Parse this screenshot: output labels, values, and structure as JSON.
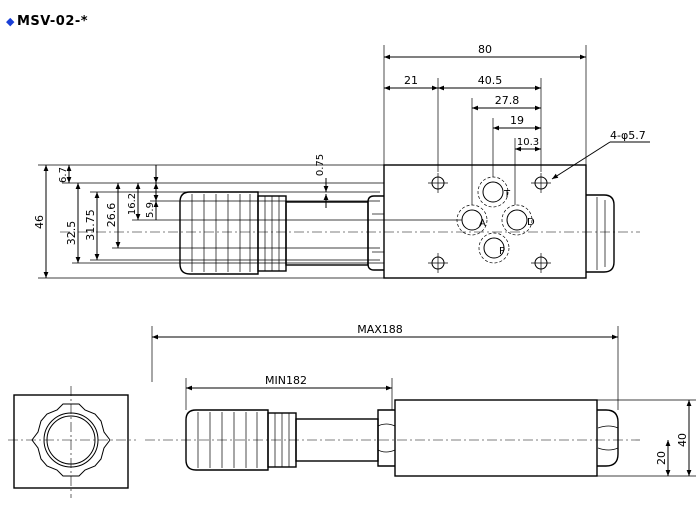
{
  "title": "MSV-02-*",
  "title_icon": "diamond-bullet-icon",
  "accent_color": "#1a3fd6",
  "top_view": {
    "dim_total_width": "80",
    "dim_21": "21",
    "dim_40_5": "40.5",
    "dim_27_8": "27.8",
    "dim_19": "19",
    "dim_10_3": "10.3",
    "dim_hole": "4-φ5.7",
    "dim_46": "46",
    "dim_32_5": "32.5",
    "dim_31_75": "31.75",
    "dim_26_6": "26.6",
    "dim_16_2": "16.2",
    "dim_5_9": "5.9",
    "dim_6_7": "6.7",
    "dim_0_75": "0.75",
    "port_T": "T",
    "port_A": "A",
    "port_D": "D",
    "port_P": "P"
  },
  "front_view": {
    "dim_max": "MAX188",
    "dim_min": "MIN182",
    "dim_40": "40",
    "dim_20": "20"
  }
}
